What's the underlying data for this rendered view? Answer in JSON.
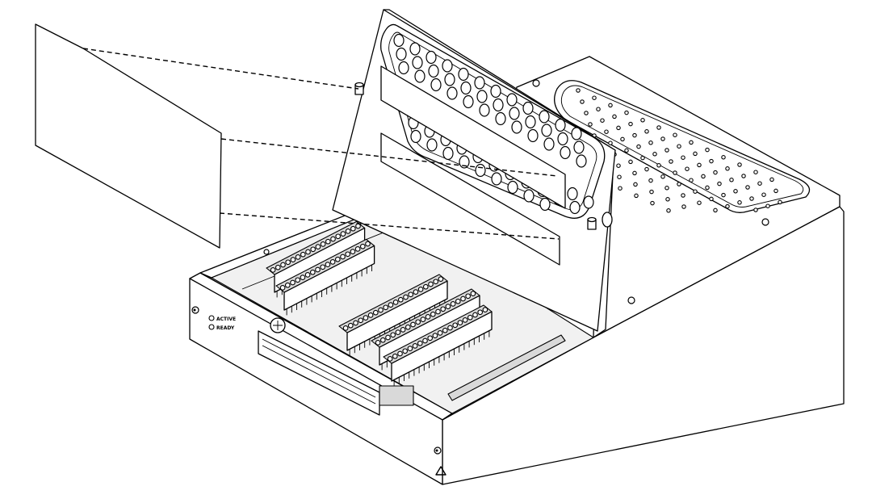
{
  "panel": {
    "led_labels": [
      "ACTIVE",
      "READY"
    ]
  },
  "parts": {
    "loose_panel": "blank-panel",
    "lid": "hinged-lid",
    "right_cover": "perforated-cover",
    "enclosure": "terminal-enclosure"
  },
  "colors": {
    "line": "#000000",
    "background": "#ffffff",
    "shade_light": "#f1f1f1",
    "shade_mid": "#d9d9d9",
    "shade_dark": "#2a2a2a"
  }
}
